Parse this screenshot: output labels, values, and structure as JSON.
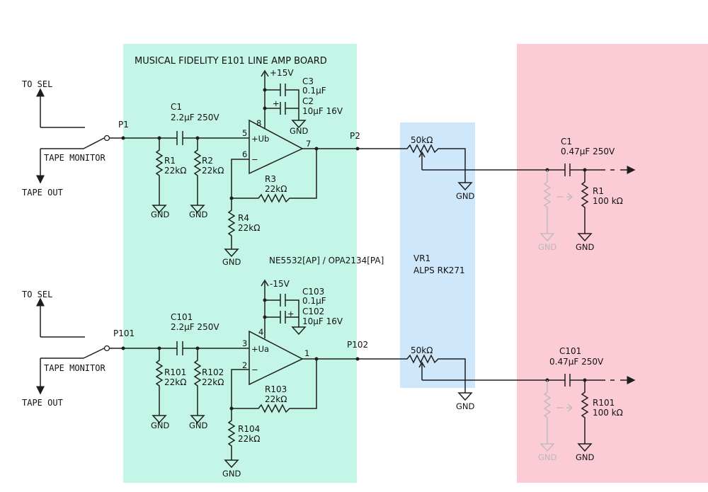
{
  "colors": {
    "board_bg": "#c4f6e8",
    "pot_bg": "#cfe7fa",
    "amp_bg": "#fbcbd6"
  },
  "board": {
    "title": "MUSICAL FIDELITY E101 LINE AMP BOARD",
    "opamp": "NE5532[AP] / OPA2134[PA]"
  },
  "pot": {
    "name": "VR1",
    "part": "ALPS RK271"
  },
  "common": {
    "gnd": "GND"
  },
  "ch1": {
    "to_sel": "TO SEL",
    "tape_monitor": "TAPE MONITOR",
    "tape_out": "TAPE OUT",
    "p_in": "P1",
    "p_out": "P2",
    "c1": "C1",
    "c1_val": "2.2µF 250V",
    "r1": "R1",
    "r1_val": "22kΩ",
    "r2": "R2",
    "r2_val": "22kΩ",
    "supply": "+15V",
    "c3": "C3",
    "c3_val": "0.1µF",
    "c2": "C2",
    "c2_val": "10µF 16V",
    "plus_pin": "+Ub",
    "minus_pin": "−",
    "pin_plus": "5",
    "pin_minus": "6",
    "pin_supply": "8",
    "pin_out": "7",
    "r3": "R3",
    "r3_val": "22kΩ",
    "r4": "R4",
    "r4_val": "22kΩ",
    "pot_val": "50kΩ",
    "cout": "C1",
    "cout_val": "0.47µF 250V",
    "rl": "R1",
    "rl_val": "100 kΩ"
  },
  "ch2": {
    "to_sel": "TO SEL",
    "tape_monitor": "TAPE MONITOR",
    "tape_out": "TAPE OUT",
    "p_in": "P101",
    "p_out": "P102",
    "c1": "C101",
    "c1_val": "2.2µF 250V",
    "r1": "R101",
    "r1_val": "22kΩ",
    "r2": "R102",
    "r2_val": "22kΩ",
    "supply": "-15V",
    "c3": "C103",
    "c3_val": "0.1µF",
    "c2": "C102",
    "c2_val": "10µF 16V",
    "plus_pin": "+Ua",
    "minus_pin": "−",
    "pin_plus": "3",
    "pin_minus": "2",
    "pin_supply": "4",
    "pin_out": "1",
    "r3": "R103",
    "r3_val": "22kΩ",
    "r4": "R104",
    "r4_val": "22kΩ",
    "pot_val": "50kΩ",
    "cout": "C101",
    "cout_val": "0.47µF 250V",
    "rl": "R101",
    "rl_val": "100 kΩ"
  }
}
